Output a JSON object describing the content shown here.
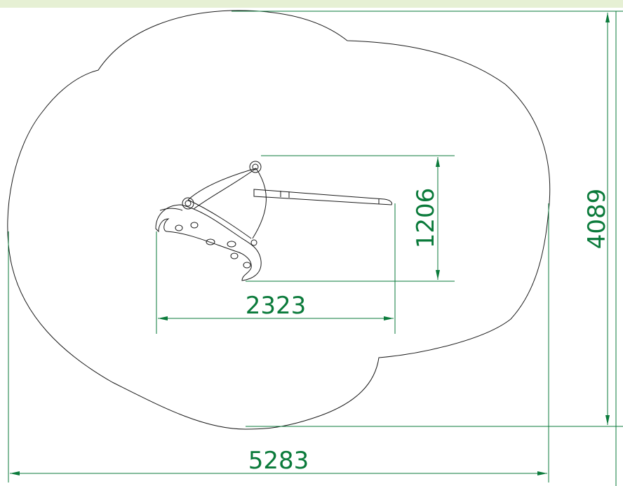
{
  "colors": {
    "background": "#ffffff",
    "banner": "#e6f0d4",
    "banner_text": "#7aa63a",
    "outline": "#1a1a1a",
    "dimension": "#0a7a3a"
  },
  "dimensions": {
    "equipment_width": "2323",
    "equipment_depth": "1206",
    "safety_zone_width": "5283",
    "safety_zone_depth": "4089"
  }
}
